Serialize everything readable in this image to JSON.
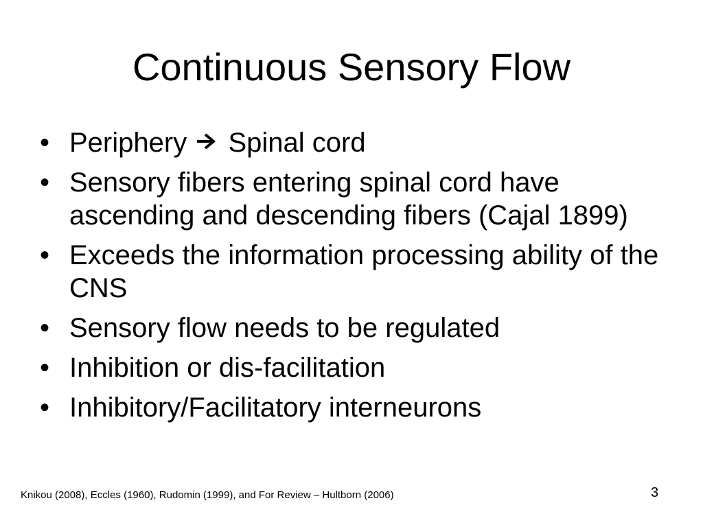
{
  "slide": {
    "title": "Continuous Sensory Flow",
    "bullet_symbol": "•",
    "bullets": [
      {
        "before_arrow": "Periphery",
        "after_arrow": "Spinal cord"
      },
      {
        "text": "Sensory fibers entering spinal cord have ascending and descending fibers (Cajal 1899)"
      },
      {
        "text": "Exceeds the information processing ability of the CNS"
      },
      {
        "text": "Sensory flow needs to be regulated"
      },
      {
        "text": "Inhibition or dis-facilitation"
      },
      {
        "text": "Inhibitory/Facilitatory interneurons"
      }
    ],
    "arrow_icon": "right-arrow-icon",
    "footer": "Knikou (2008), Eccles (1960), Rudomin (1999), and For Review – Hultborn (2006)",
    "page_number": "3"
  }
}
